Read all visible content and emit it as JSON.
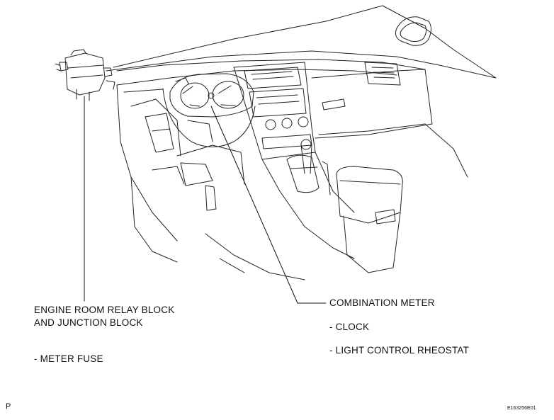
{
  "labels": {
    "engine_block_line1": "ENGINE ROOM RELAY BLOCK",
    "engine_block_line2": "AND JUNCTION BLOCK",
    "meter_fuse": "- METER FUSE",
    "combination_meter": "COMBINATION METER",
    "clock": "- CLOCK",
    "light_control": "- LIGHT CONTROL RHEOSTAT"
  },
  "footer": {
    "left_marker": "P",
    "figure_id": "E163256E01"
  }
}
